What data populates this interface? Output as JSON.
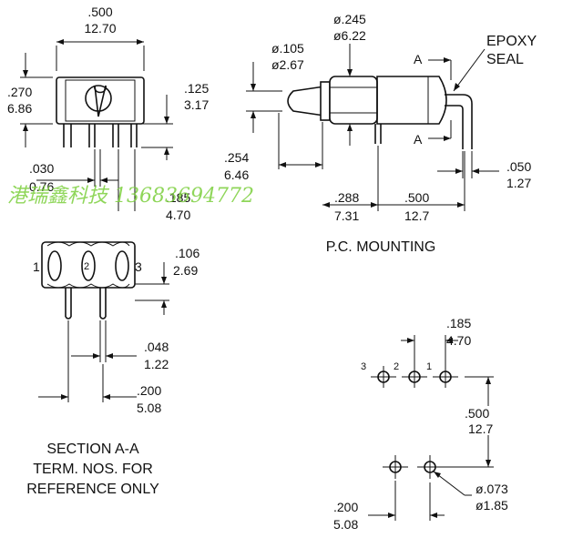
{
  "top_left_view": {
    "width_in": ".500",
    "width_mm": "12.70",
    "height_in": ".270",
    "height_mm": "6.86",
    "pin_len_in": ".125",
    "pin_len_mm": "3.17",
    "pin_dia_in": ".030",
    "pin_dia_mm": "0.76",
    "pitch_in": ".185",
    "pitch_mm": "4.70"
  },
  "side_view": {
    "bushing_in": "ø.245",
    "bushing_mm": "ø6.22",
    "lever_in": "ø.105",
    "lever_mm": "ø2.67",
    "lever_len_in": ".254",
    "lever_len_mm": "6.46",
    "bushing_len_in": ".288",
    "bushing_len_mm": "7.31",
    "body_len_in": ".500",
    "body_len_mm": "12.7",
    "term_w_in": ".050",
    "term_w_mm": "1.27",
    "epoxy_line1": "EPOXY",
    "epoxy_line2": "SEAL",
    "section_a": "A",
    "title": "P.C. MOUNTING"
  },
  "section_view": {
    "term1": "1",
    "term2": "2",
    "term3": "3",
    "height_in": ".106",
    "height_mm": "2.69",
    "term_w_in": ".048",
    "term_w_mm": "1.22",
    "span_in": ".200",
    "span_mm": "5.08",
    "caption_line1": "SECTION A-A",
    "caption_line2": "TERM. NOS. FOR",
    "caption_line3": "REFERENCE ONLY"
  },
  "pcb_layout": {
    "n3": "3",
    "n2": "2",
    "n1": "1",
    "pitch_in": ".185",
    "pitch_mm": "4.70",
    "row_in": ".500",
    "row_mm": "12.7",
    "hole_in": "ø.073",
    "hole_mm": "ø1.85",
    "span_in": ".200",
    "span_mm": "5.08"
  },
  "watermark": "港瑞鑫科技  13683694772"
}
